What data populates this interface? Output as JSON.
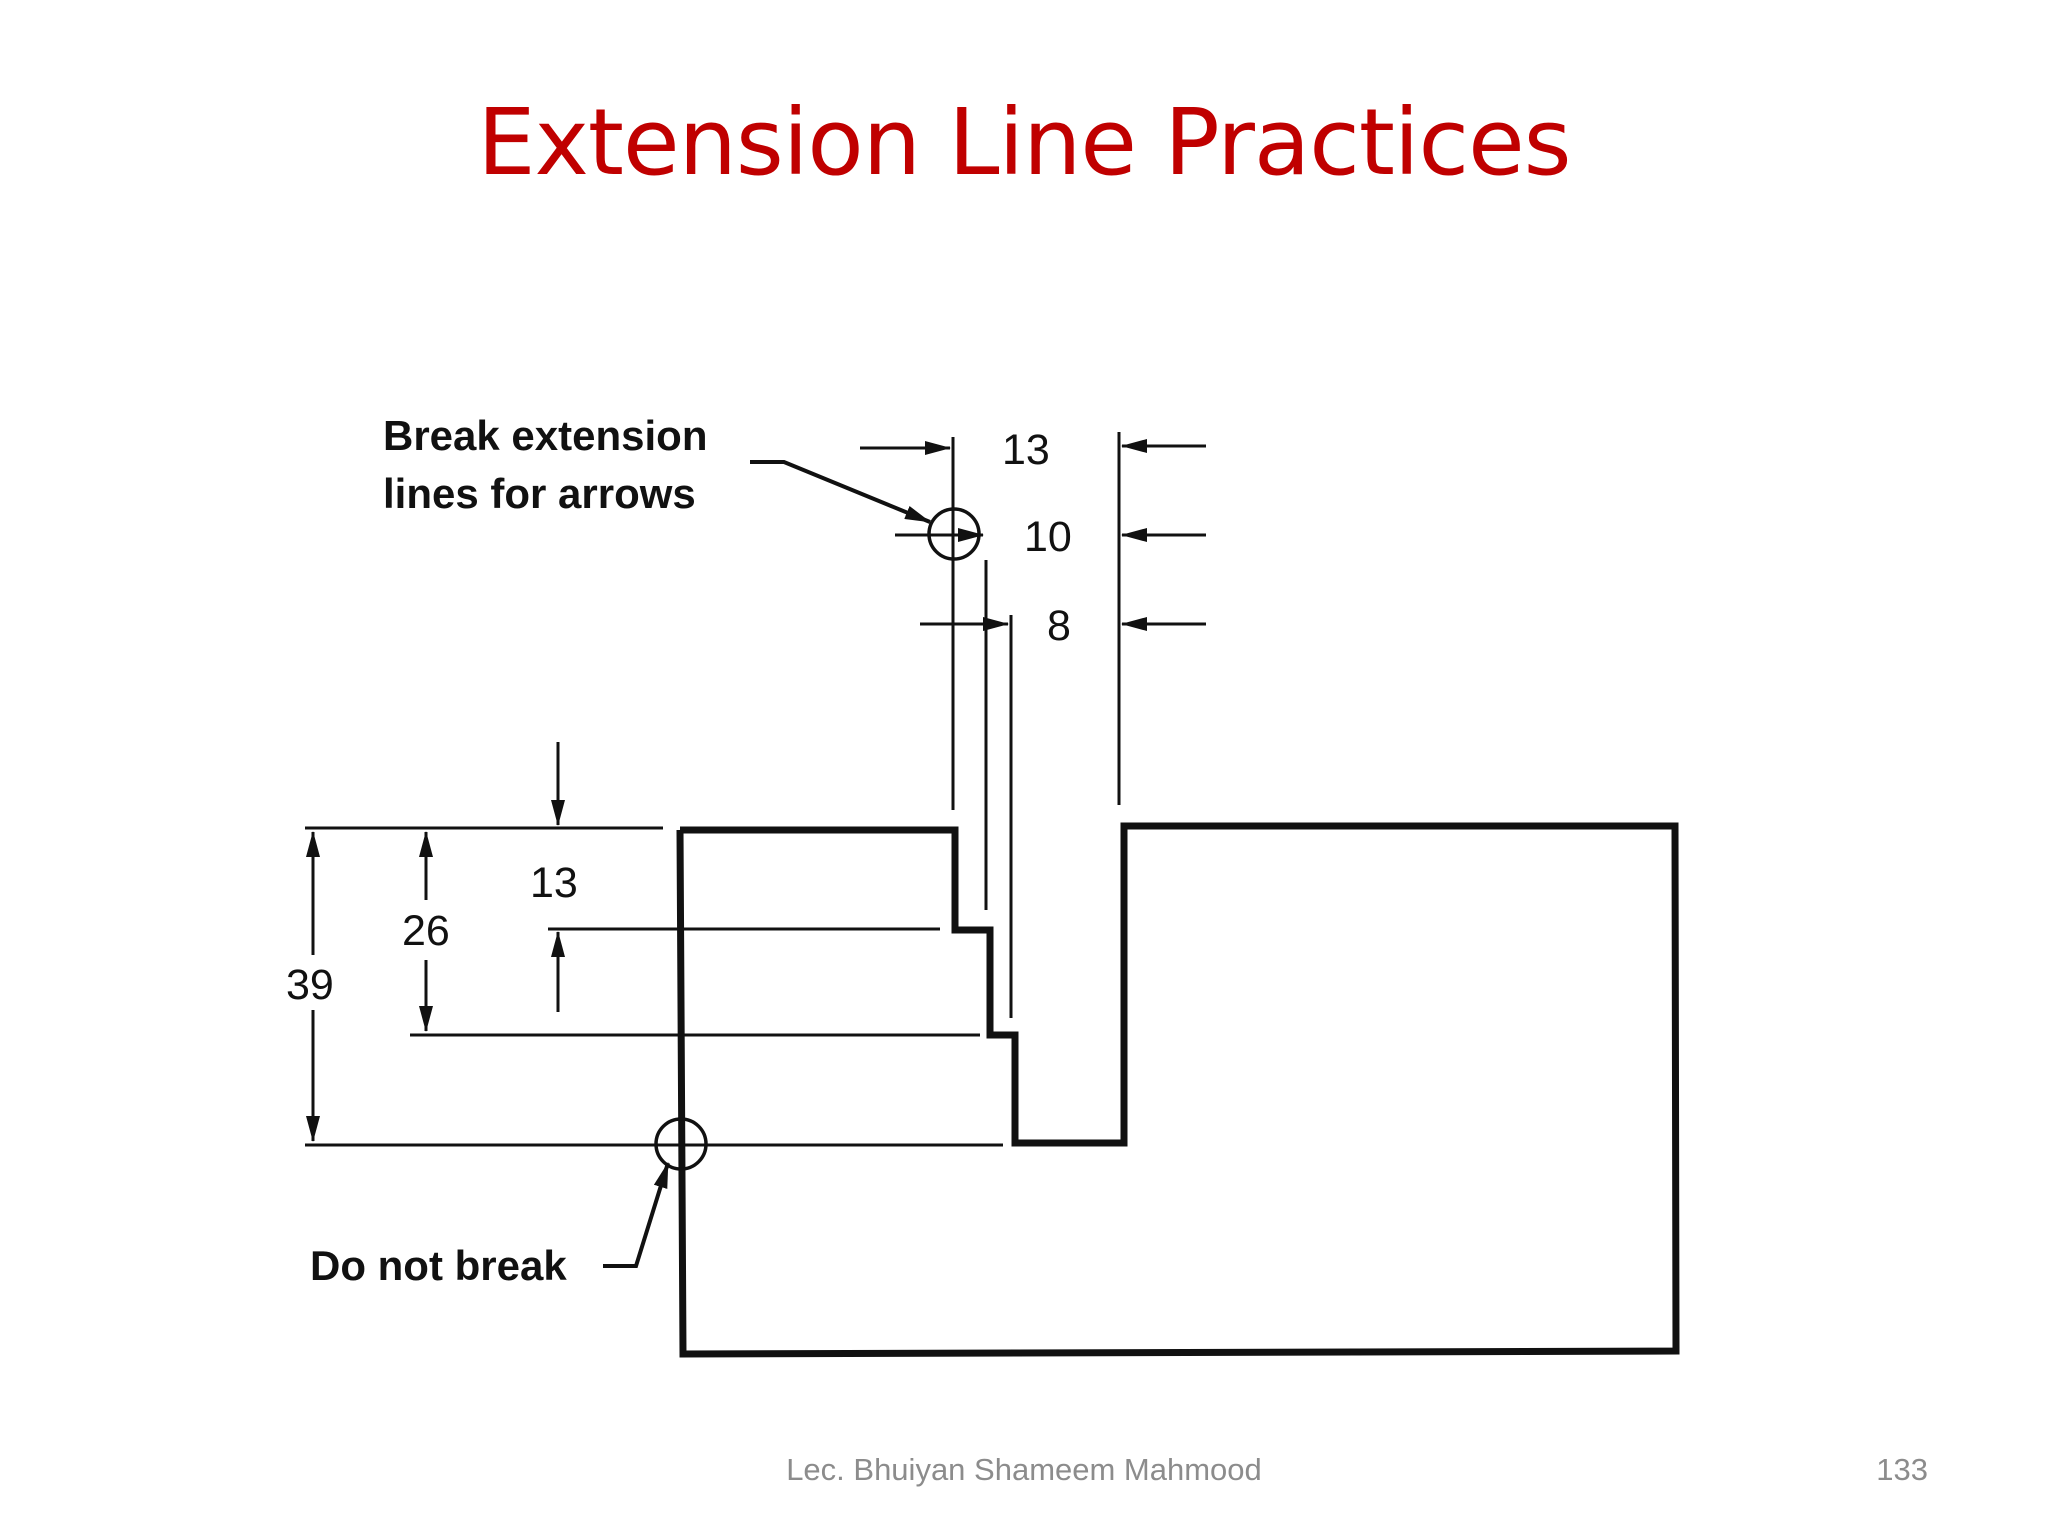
{
  "slide": {
    "title": "Extension Line Practices",
    "title_color": "#C00000",
    "footer_author": "Lec. Bhuiyan Shameem Mahmood",
    "footer_page": "133",
    "footer_color": "#8C8C8C"
  },
  "drawing": {
    "line_color": "#111111",
    "notes": {
      "break_line1": "Break extension",
      "break_line2": "lines for arrows",
      "do_not_break": "Do not break"
    },
    "horizontal_dimensions": [
      "13",
      "10",
      "8"
    ],
    "vertical_dimensions": [
      "13",
      "26",
      "39"
    ]
  }
}
